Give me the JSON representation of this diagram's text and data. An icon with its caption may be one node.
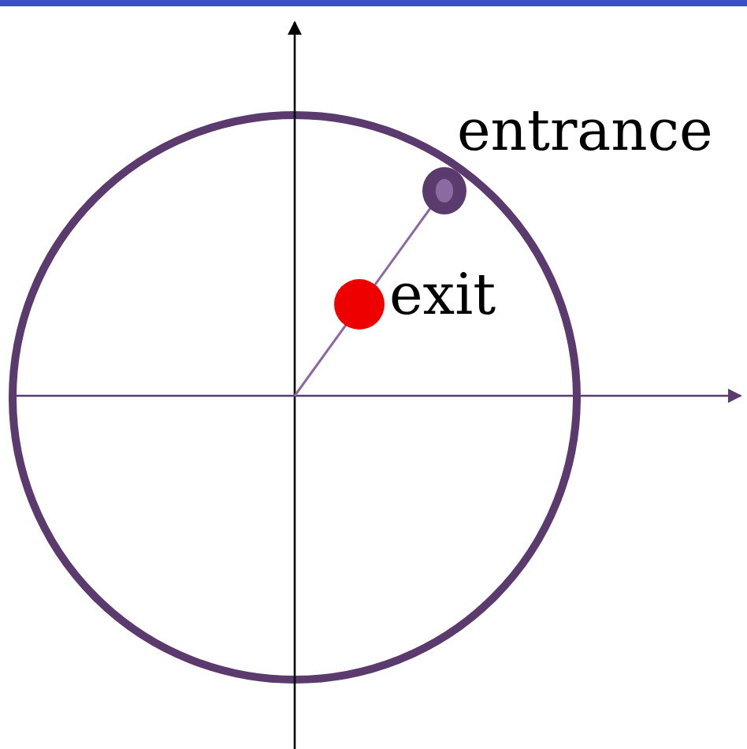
{
  "diagram": {
    "nodes": [
      {
        "text": [],
        "shape": "circle",
        "beside": [
          "entrance"
        ]
      },
      {
        "text": [],
        "shape": "circle",
        "beside": [
          "exit"
        ]
      }
    ]
  }
}
